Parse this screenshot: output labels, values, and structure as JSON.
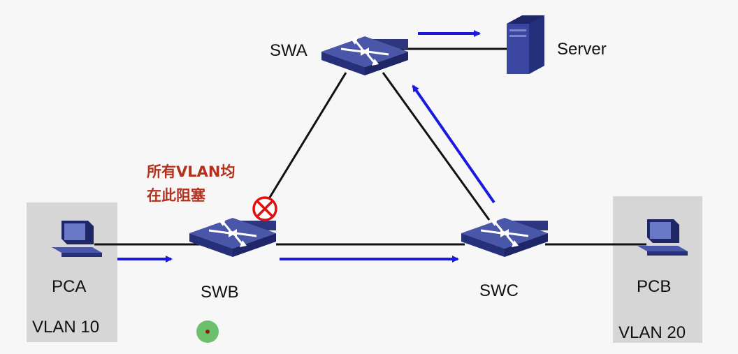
{
  "nodes": {
    "swa": {
      "label": "SWA"
    },
    "swb": {
      "label": "SWB"
    },
    "swc": {
      "label": "SWC"
    },
    "server": {
      "label": "Server"
    },
    "pca": {
      "label": "PCA",
      "vlan": "VLAN 10"
    },
    "pcb": {
      "label": "PCB",
      "vlan": "VLAN 20"
    }
  },
  "annotation": {
    "line1": "所有VLAN均",
    "line2": "在此阻塞"
  },
  "colors": {
    "background": "#f7f7f7",
    "host_zone": "#d6d6d6",
    "switch_top": "#4a56a8",
    "switch_side": "#2e3680",
    "link": "#111111",
    "flow_arrow": "#1a1adf",
    "annotation_text": "#b5301c",
    "blocked_marker": "#e01010",
    "cursor_dot": "#6cc06c"
  }
}
